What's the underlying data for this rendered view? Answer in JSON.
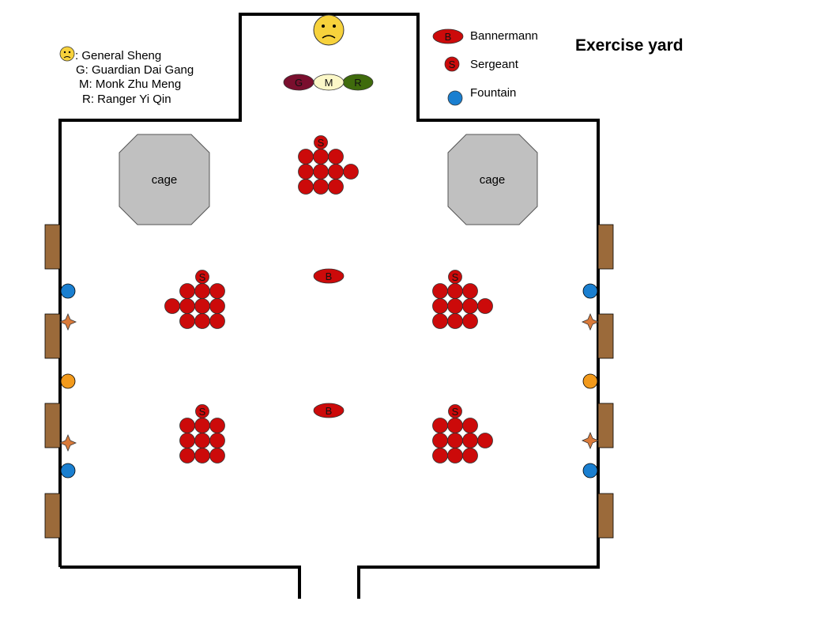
{
  "title": "Exercise yard",
  "legend": {
    "general": ": General Sheng",
    "guardian": "G: Guardian Dai Gang",
    "monk": "M: Monk Zhu Meng",
    "ranger": "R: Ranger Yi Qin",
    "bannermann": "Bannermann",
    "sergeant": "Sergeant",
    "fountain": "Fountain"
  },
  "tokens": {
    "bannermann_letter": "B",
    "sergeant_letter": "S",
    "guardian_letter": "G",
    "monk_letter": "M",
    "ranger_letter": "R"
  },
  "cages": {
    "left": "cage",
    "right": "cage"
  },
  "colors": {
    "wall": "#000000",
    "soldier": "#cc0a0a",
    "cage": "#c0c0c0",
    "bench": "#9b6a3a",
    "fountain": "#1a7fd0",
    "torch": "#f29a1c",
    "general_face": "#f7d23c",
    "guardian": "#7a0f2e",
    "monk": "#fcf8c8",
    "ranger": "#3f6b0c"
  },
  "units": [
    "top-center",
    "middle-left",
    "middle-right",
    "bottom-left",
    "bottom-right"
  ]
}
